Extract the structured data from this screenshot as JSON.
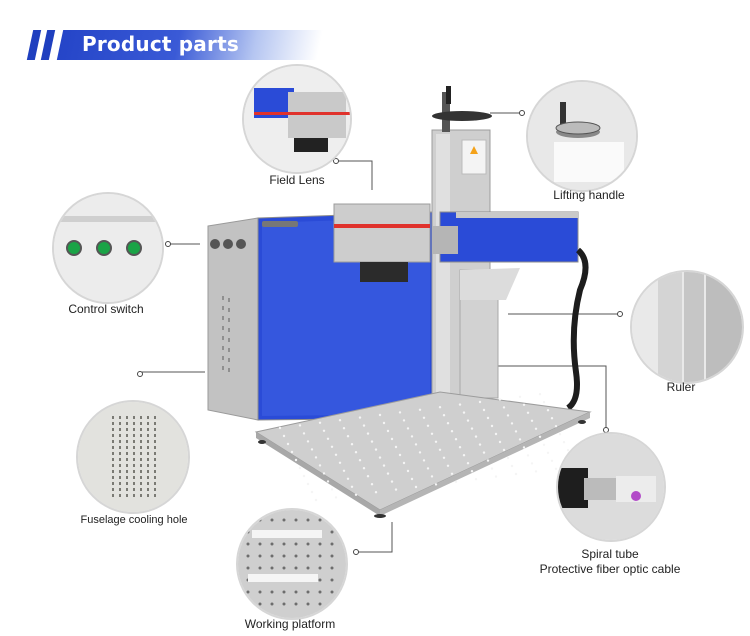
{
  "header": {
    "title": "Product parts"
  },
  "parts": {
    "field_lens": "Field Lens",
    "lifting_handle": "Lifting handle",
    "control_switch": "Control switch",
    "ruler": "Ruler",
    "cooling_hole": "Fuselage cooling hole",
    "spiral_tube_line1": "Spiral tube",
    "spiral_tube_line2": "Protective fiber optic cable",
    "working_platform": "Working platform"
  },
  "colors": {
    "brand_blue": "#2545c8",
    "panel_blue": "#2a4bd7",
    "metal": "#c9c9c9",
    "red_stripe": "#e0322c"
  }
}
